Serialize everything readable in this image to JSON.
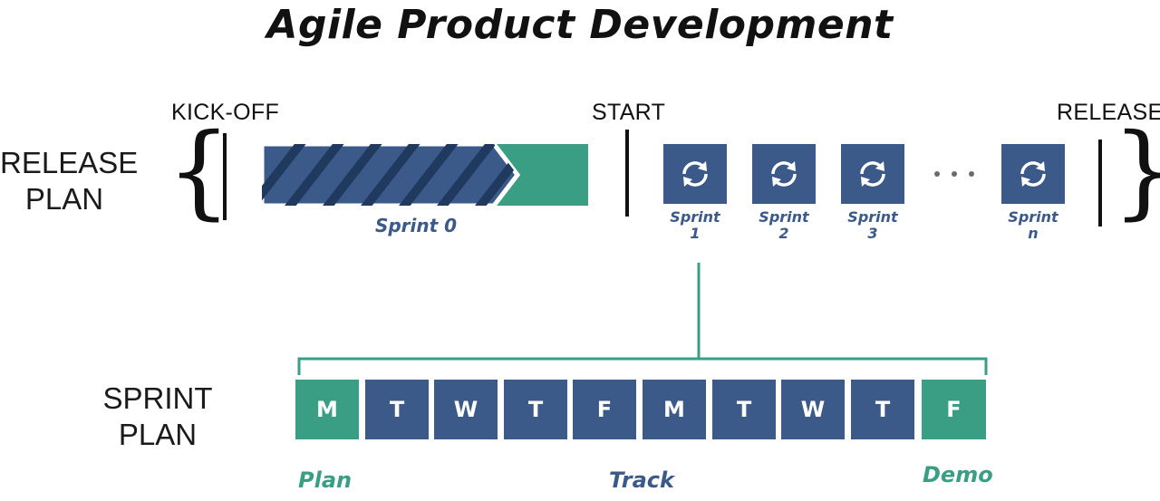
{
  "title": "Agile Product Development",
  "colors": {
    "blue": "#3b5a8a",
    "green": "#3a9e85",
    "dark": "#111111"
  },
  "release_plan": {
    "label_line1": "RELEASE",
    "label_line2": "PLAN",
    "kickoff": "KICK-OFF",
    "start": "START",
    "release": "RELEASE",
    "sprint0": "Sprint 0",
    "sprints": [
      {
        "name": "Sprint",
        "number": "1",
        "icon": "cycle-icon"
      },
      {
        "name": "Sprint",
        "number": "2",
        "icon": "cycle-icon"
      },
      {
        "name": "Sprint",
        "number": "3",
        "icon": "cycle-icon"
      },
      {
        "name": "Sprint",
        "number": "n",
        "icon": "cycle-icon"
      }
    ]
  },
  "sprint_plan": {
    "label_line1": "SPRINT",
    "label_line2": "PLAN",
    "days": [
      "M",
      "T",
      "W",
      "T",
      "F",
      "M",
      "T",
      "W",
      "T",
      "F"
    ],
    "phases": {
      "plan": "Plan",
      "track": "Track",
      "demo": "Demo"
    }
  }
}
